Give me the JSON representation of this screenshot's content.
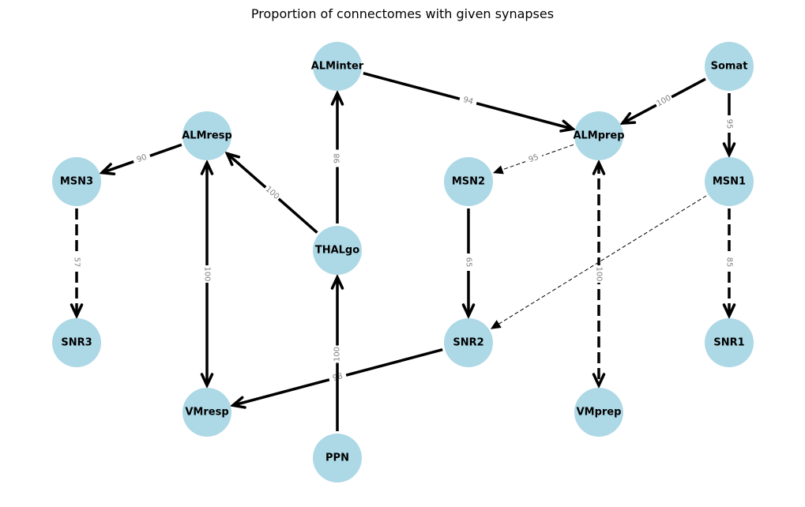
{
  "title": "Proportion of connectomes with given synapses",
  "colors": {
    "node": "#add8e6",
    "edge": "#000000",
    "edge_label": "#808080",
    "background": "#ffffff"
  },
  "nodes": [
    {
      "id": "ALMinter",
      "label": "ALMinter"
    },
    {
      "id": "Somat",
      "label": "Somat"
    },
    {
      "id": "ALMresp",
      "label": "ALMresp"
    },
    {
      "id": "ALMprep",
      "label": "ALMprep"
    },
    {
      "id": "MSN3",
      "label": "MSN3"
    },
    {
      "id": "MSN2",
      "label": "MSN2"
    },
    {
      "id": "MSN1",
      "label": "MSN1"
    },
    {
      "id": "THALgo",
      "label": "THALgo"
    },
    {
      "id": "SNR3",
      "label": "SNR3"
    },
    {
      "id": "SNR2",
      "label": "SNR2"
    },
    {
      "id": "SNR1",
      "label": "SNR1"
    },
    {
      "id": "VMresp",
      "label": "VMresp"
    },
    {
      "id": "VMprep",
      "label": "VMprep"
    },
    {
      "id": "PPN",
      "label": "PPN"
    }
  ],
  "edges": [
    {
      "source": "ALMinter",
      "target": "ALMprep",
      "label": "94",
      "style": "solid",
      "weight": "thick"
    },
    {
      "source": "Somat",
      "target": "ALMprep",
      "label": "100",
      "style": "solid",
      "weight": "thick"
    },
    {
      "source": "Somat",
      "target": "MSN1",
      "label": "95",
      "style": "solid",
      "weight": "thick"
    },
    {
      "source": "ALMresp",
      "target": "MSN3",
      "label": "90",
      "style": "solid",
      "weight": "thick"
    },
    {
      "source": "THALgo",
      "target": "ALMresp",
      "label": "100",
      "style": "solid",
      "weight": "thick"
    },
    {
      "source": "THALgo",
      "target": "ALMinter",
      "label": "98",
      "style": "solid",
      "weight": "thick"
    },
    {
      "source": "ALMprep",
      "target": "MSN2",
      "label": "95",
      "style": "dashed",
      "weight": "thin"
    },
    {
      "source": "MSN3",
      "target": "SNR3",
      "label": "57",
      "style": "dashed",
      "weight": "thick"
    },
    {
      "source": "ALMresp",
      "target": "VMresp",
      "label": "100",
      "style": "solid",
      "weight": "thick",
      "bidirectional": true
    },
    {
      "source": "MSN2",
      "target": "SNR2",
      "label": "65",
      "style": "solid",
      "weight": "thick"
    },
    {
      "source": "ALMprep",
      "target": "VMprep",
      "label": "100",
      "style": "dashed",
      "weight": "thick",
      "bidirectional": true
    },
    {
      "source": "MSN1",
      "target": "SNR2",
      "label": "",
      "style": "dashed",
      "weight": "thin"
    },
    {
      "source": "MSN1",
      "target": "SNR1",
      "label": "85",
      "style": "dashed",
      "weight": "thick"
    },
    {
      "source": "SNR2",
      "target": "VMresp",
      "label": "98",
      "style": "solid",
      "weight": "thick"
    },
    {
      "source": "PPN",
      "target": "THALgo",
      "label": "100",
      "style": "solid",
      "weight": "thick"
    }
  ]
}
